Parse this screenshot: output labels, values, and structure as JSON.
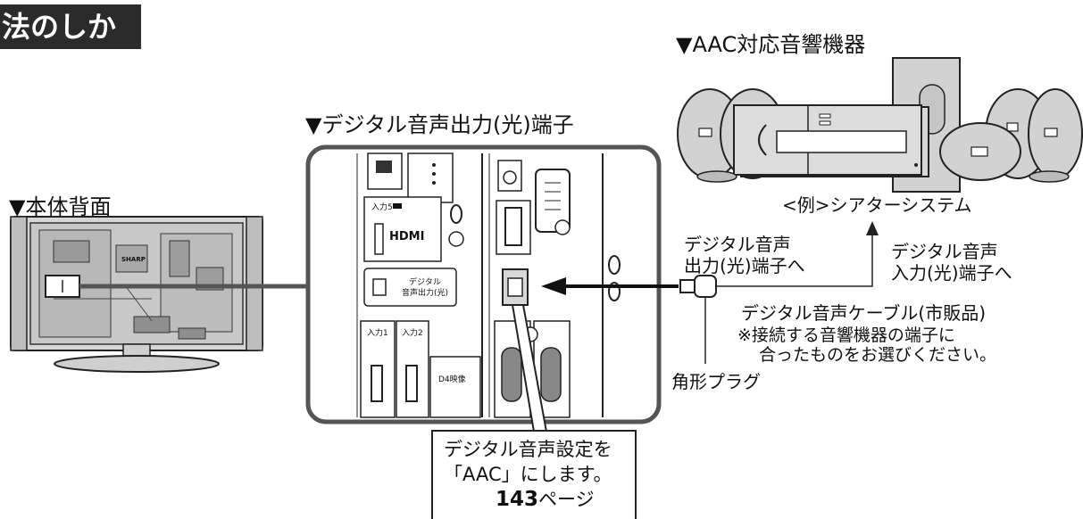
{
  "section_title": "法のしかた",
  "labels": {
    "rear_panel": "▼本体背面",
    "optical_terminal": "▼デジタル音声出力(光)端子",
    "aac_device": "▼AAC対応音響機器",
    "theater_example": "<例>シアターシステム",
    "to_output_1": "デジタル音声",
    "to_output_2": "出力(光)端子へ",
    "to_input_1": "デジタル音声",
    "to_input_2": "入力(光)端子へ",
    "cable": "デジタル音声ケーブル(市販品)",
    "cable_note_1": "※接続する音響機器の端子に",
    "cable_note_2": "合ったものをお選びください。",
    "square_plug": "角形プラグ",
    "brand": "SHARP"
  },
  "panel_labels": {
    "input5": "入力5",
    "hdmi": "HDMI",
    "digital_1": "デジタル",
    "digital_2": "音声出力(光)",
    "input1": "入力1",
    "input2": "入力2",
    "d4": "D4映像"
  },
  "callout": {
    "line1": "デジタル音声設定を",
    "line2": "「AAC」にします。",
    "ref_number": "143",
    "ref_suffix": "ページ"
  }
}
